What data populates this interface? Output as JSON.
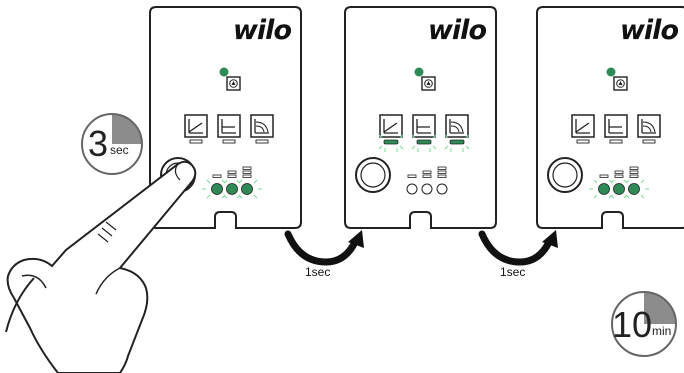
{
  "brand": "wilo",
  "panels": [
    {
      "brand": "wilo"
    },
    {
      "brand": "wilo"
    },
    {
      "brand": "wilo"
    }
  ],
  "transitions": [
    {
      "label": "1sec"
    },
    {
      "label": "1sec"
    }
  ],
  "timers": {
    "start": {
      "value": "3",
      "unit": "sec"
    },
    "end": {
      "value": "10",
      "unit": "min"
    }
  },
  "colors": {
    "led_green": "#2e8b57",
    "led_glow": "#7fd99a",
    "timer_fill": "#8c8c8c",
    "outline": "#222222"
  }
}
